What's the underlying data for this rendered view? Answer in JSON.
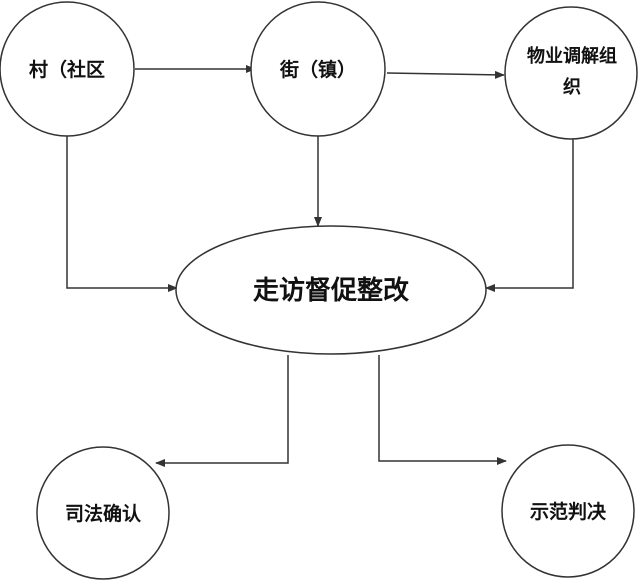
{
  "nodes": {
    "village": {
      "label": "村（社区"
    },
    "street": {
      "label": "街（镇）"
    },
    "property": {
      "label_line1": "物业调解组",
      "label_line2": "织"
    },
    "center": {
      "label": "走访督促整改"
    },
    "judicial": {
      "label": "司法确认"
    },
    "demo": {
      "label": "示范判决"
    }
  },
  "colors": {
    "stroke": "#333333",
    "fill": "#ffffff",
    "text": "#111111"
  }
}
